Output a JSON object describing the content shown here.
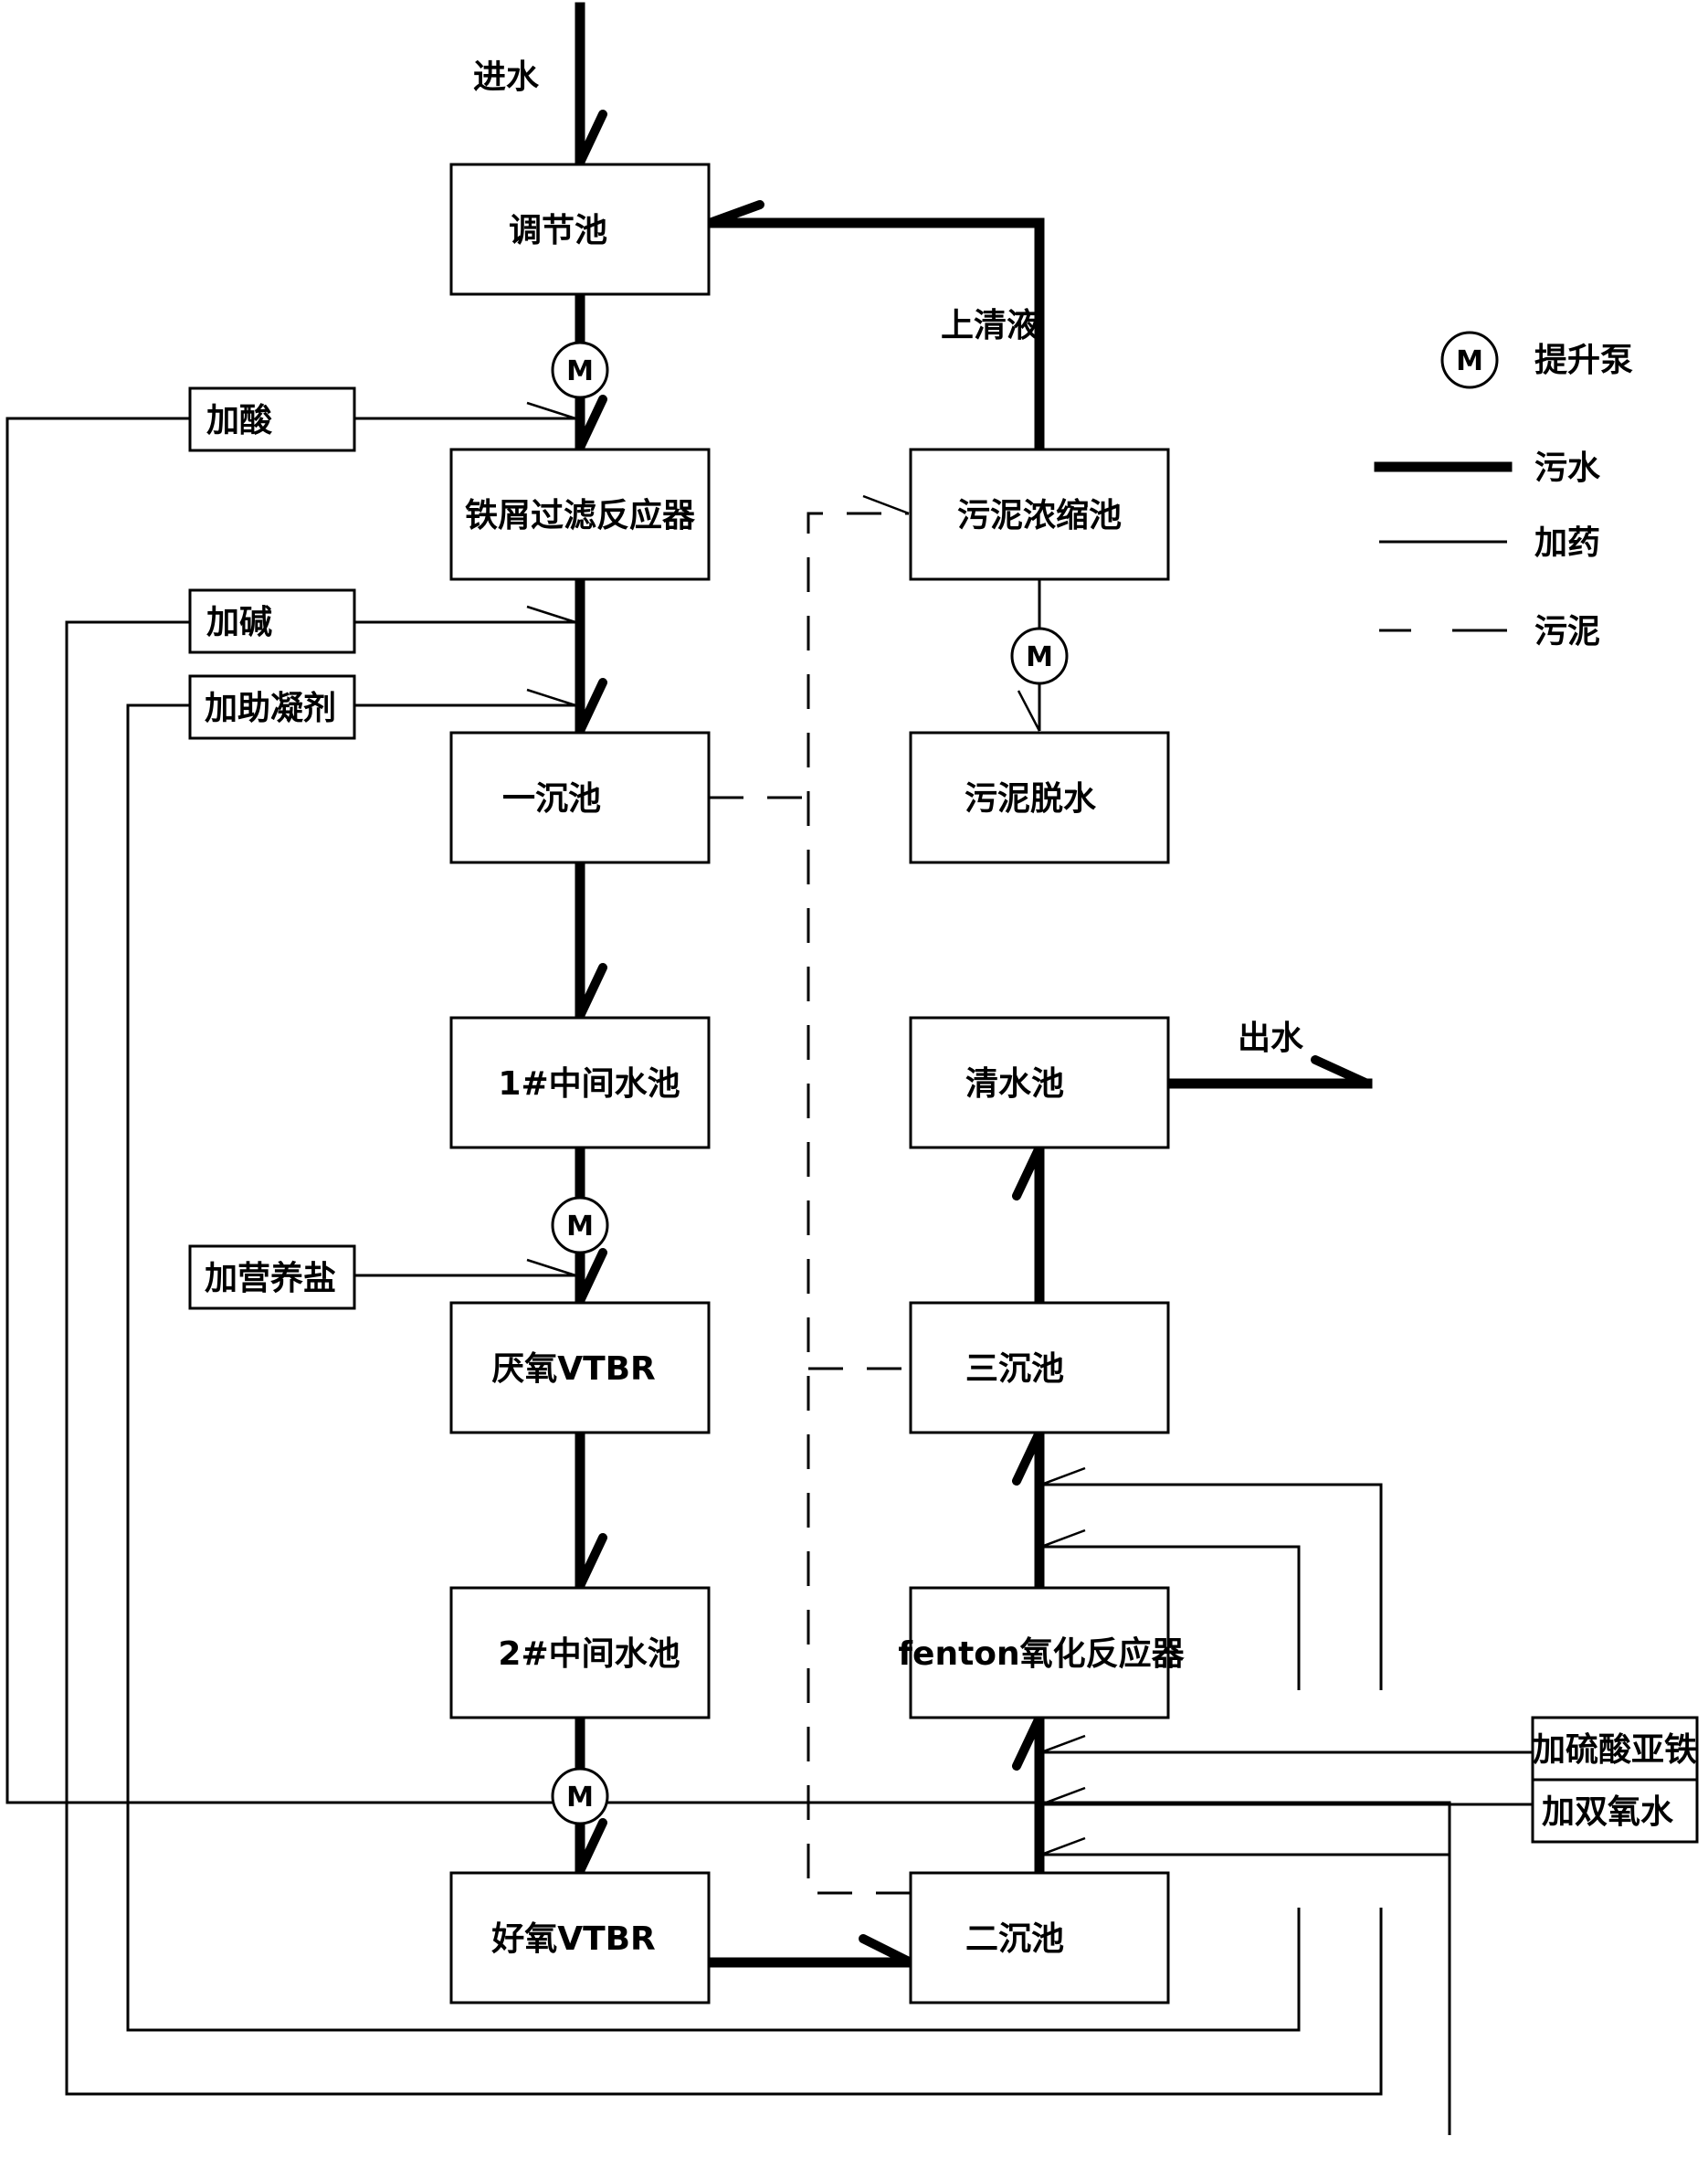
{
  "inputs": {
    "inflow": "进水",
    "outflow": "出水",
    "supernatant": "上清液"
  },
  "units": {
    "regulating_tank": "调节池",
    "iron_filter_reactor": "铁屑过滤反应器",
    "primary_sedimentation": "一沉池",
    "intermediate_tank_1": "1#中间水池",
    "anaerobic_vtbr": "厌氧VTBR",
    "intermediate_tank_2": "2#中间水池",
    "aerobic_vtbr": "好氧VTBR",
    "sludge_thickener": "污泥浓缩池",
    "sludge_dewatering": "污泥脱水",
    "clear_water_tank": "清水池",
    "tertiary_sedimentation": "三沉池",
    "fenton_reactor": "fenton氧化反应器",
    "secondary_sedimentation": "二沉池"
  },
  "dosing": {
    "acid": "加酸",
    "alkali": "加碱",
    "coagulant_aid": "加助凝剂",
    "nutrient_salt": "加营养盐",
    "ferrous_sulfate": "加硫酸亚铁",
    "hydrogen_peroxide": "加双氧水"
  },
  "pump_symbol": "M",
  "legend": {
    "pump": "提升泵",
    "sewage": "污水",
    "dosing": "加药",
    "sludge": "污泥"
  }
}
